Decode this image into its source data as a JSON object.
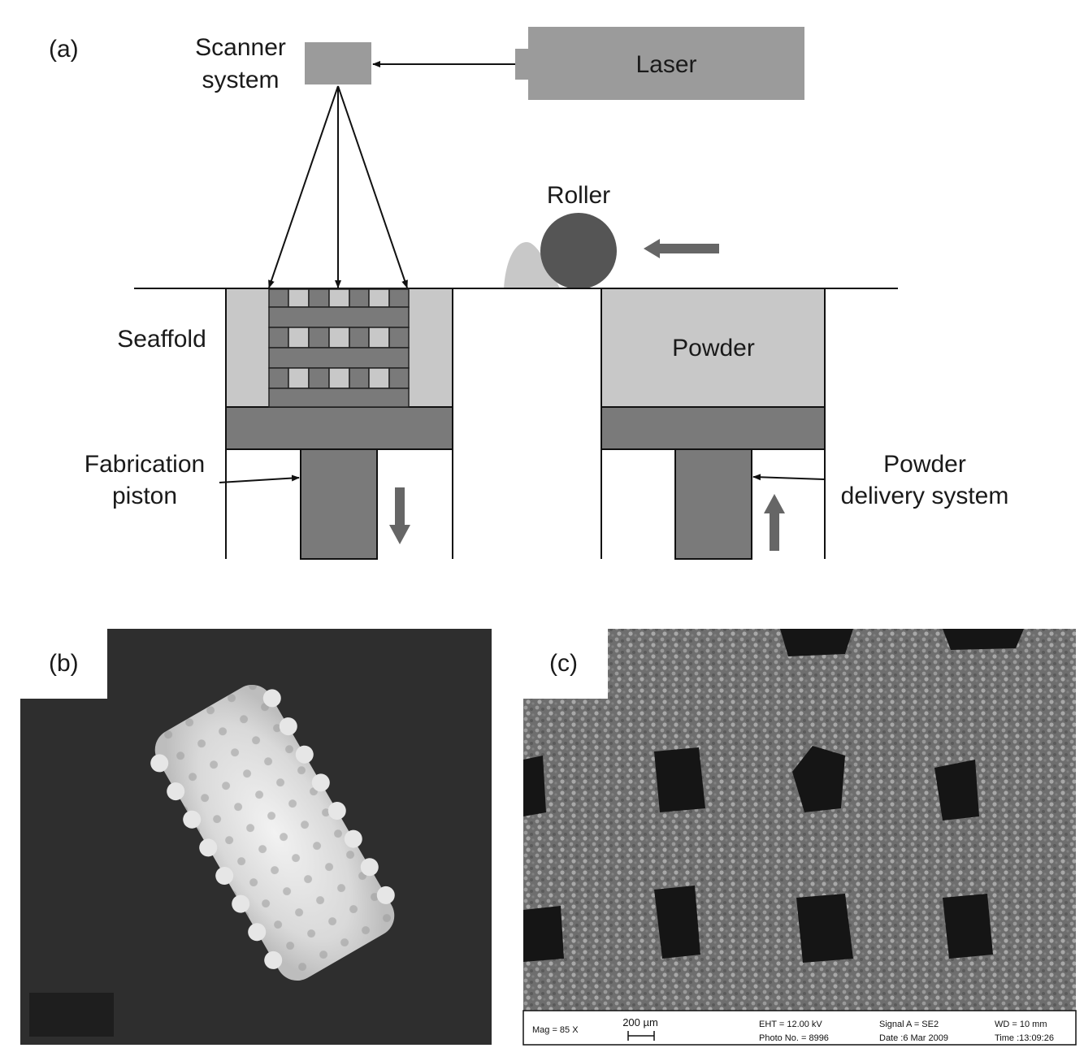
{
  "panel_a": {
    "tag": "(a)",
    "scanner_line1": "Scanner",
    "scanner_line2": "system",
    "laser": "Laser",
    "roller": "Roller",
    "scaffold": "Seaffold",
    "powder": "Powder",
    "fab_piston_line1": "Fabrication",
    "fab_piston_line2": "piston",
    "powder_delivery_line1": "Powder",
    "powder_delivery_line2": "delivery system"
  },
  "panel_b": {
    "tag": "(b)"
  },
  "panel_c": {
    "tag": "(c)",
    "mag": "Mag =   85 X",
    "scale": "200 µm",
    "eht": "EHT = 12.00 kV",
    "photo_no": "Photo No. = 8996",
    "signal": "Signal A = SE2",
    "date": "Date :6 Mar 2009",
    "wd": "WD =   10 mm",
    "time": "Time :13:09:26"
  },
  "colors": {
    "dark_part": "#7a7a7a",
    "light_powder": "#c8c8c8",
    "roller": "#555555",
    "photo_bg": "#2e2e2e"
  }
}
